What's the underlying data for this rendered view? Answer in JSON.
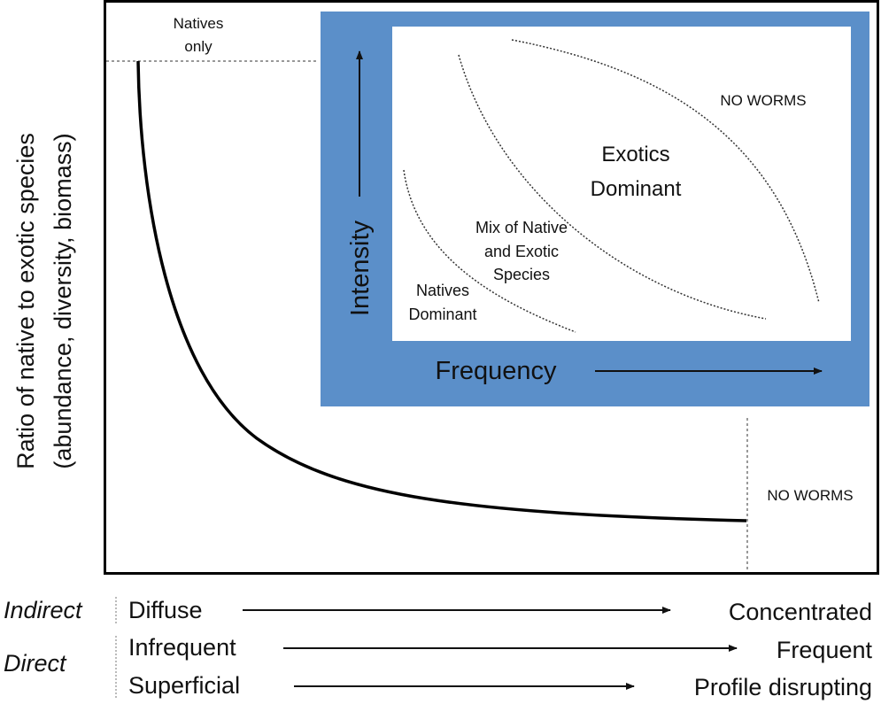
{
  "y_axis": {
    "label_line1": "Ratio of native to exotic species",
    "label_line2": "(abundance, diversity, biomass)"
  },
  "main_plot": {
    "top_left_label_line1": "Natives",
    "top_left_label_line2": "only",
    "right_label": "NO WORMS"
  },
  "inset": {
    "colors": {
      "frame": "#5b8fc9",
      "panel": "#ffffff"
    },
    "x_axis_label": "Frequency",
    "y_axis_label": "Intensity",
    "zones": {
      "no_worms": "NO WORMS",
      "exotics_line1": "Exotics",
      "exotics_line2": "Dominant",
      "mix_line1": "Mix of Native",
      "mix_line2": "and Exotic",
      "mix_line3": "Species",
      "natives_line1": "Natives",
      "natives_line2": "Dominant"
    }
  },
  "gradients": {
    "indirect": {
      "group": "Indirect",
      "from": "Diffuse",
      "to": "Concentrated"
    },
    "direct": [
      {
        "group": "Direct",
        "from": "Infrequent",
        "to": "Frequent"
      },
      {
        "from": "Superficial",
        "to": "Profile disrupting"
      }
    ]
  }
}
